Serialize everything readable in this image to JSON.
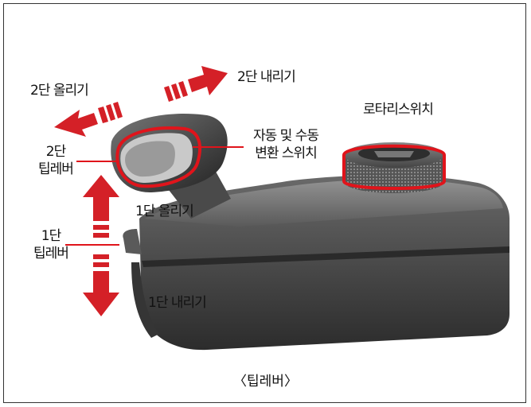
{
  "labels": {
    "shift_up_2": "2단 올리기",
    "shift_down_2": "2단 내리기",
    "rotary_switch": "로타리스위치",
    "auto_manual_line1": "자동 및 수동",
    "auto_manual_line2": "변환 스위치",
    "tip_lever_2_line1": "2단",
    "tip_lever_2_line2": "팁레버",
    "shift_up_1": "1단 올리기",
    "tip_lever_1_line1": "1단",
    "tip_lever_1_line2": "팁레버",
    "shift_down_1": "1단 내리기"
  },
  "caption": "〈팁레버〉",
  "colors": {
    "arrow_red": "#d42027",
    "highlight_red": "#e0141b",
    "body_dark": "#3d3d3d",
    "frame": "#333333"
  }
}
